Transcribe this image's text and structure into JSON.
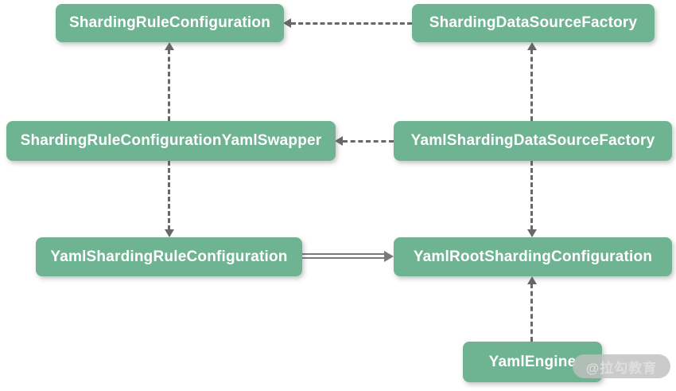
{
  "diagram": {
    "nodes": [
      {
        "id": "sharding-rule-configuration",
        "label": "ShardingRuleConfiguration"
      },
      {
        "id": "sharding-data-source-factory",
        "label": "ShardingDataSourceFactory"
      },
      {
        "id": "sharding-rule-configuration-yaml-swapper",
        "label": "ShardingRuleConfigurationYamlSwapper"
      },
      {
        "id": "yaml-sharding-data-source-factory",
        "label": "YamlShardingDataSourceFactory"
      },
      {
        "id": "yaml-sharding-rule-configuration",
        "label": "YamlShardingRuleConfiguration"
      },
      {
        "id": "yaml-root-sharding-configuration",
        "label": "YamlRootShardingConfiguration"
      },
      {
        "id": "yaml-engine",
        "label": "YamlEngine"
      }
    ],
    "edges": [
      {
        "from": "ShardingRuleConfigurationYamlSwapper",
        "to": "ShardingRuleConfiguration",
        "style": "dashed",
        "direction": "up"
      },
      {
        "from": "ShardingRuleConfigurationYamlSwapper",
        "to": "YamlShardingRuleConfiguration",
        "style": "dashed",
        "direction": "down"
      },
      {
        "from": "YamlShardingDataSourceFactory",
        "to": "ShardingDataSourceFactory",
        "style": "dashed",
        "direction": "up"
      },
      {
        "from": "YamlShardingDataSourceFactory",
        "to": "YamlRootShardingConfiguration",
        "style": "dashed",
        "direction": "down"
      },
      {
        "from": "YamlEngine",
        "to": "YamlRootShardingConfiguration",
        "style": "dashed",
        "direction": "up"
      },
      {
        "from": "ShardingDataSourceFactory",
        "to": "ShardingRuleConfiguration",
        "style": "dashed",
        "direction": "left"
      },
      {
        "from": "YamlShardingDataSourceFactory",
        "to": "ShardingRuleConfigurationYamlSwapper",
        "style": "dashed",
        "direction": "left"
      },
      {
        "from": "YamlShardingRuleConfiguration",
        "to": "YamlRootShardingConfiguration",
        "style": "solid",
        "direction": "right"
      }
    ],
    "colors": {
      "node_fill": "#6fb492",
      "node_text": "#ffffff",
      "arrow": "#686868",
      "background": "#ffffff",
      "watermark_pill": "#c0c0c0",
      "watermark_text": "#dedede"
    },
    "watermark": {
      "text": "@拉勾教育"
    }
  }
}
